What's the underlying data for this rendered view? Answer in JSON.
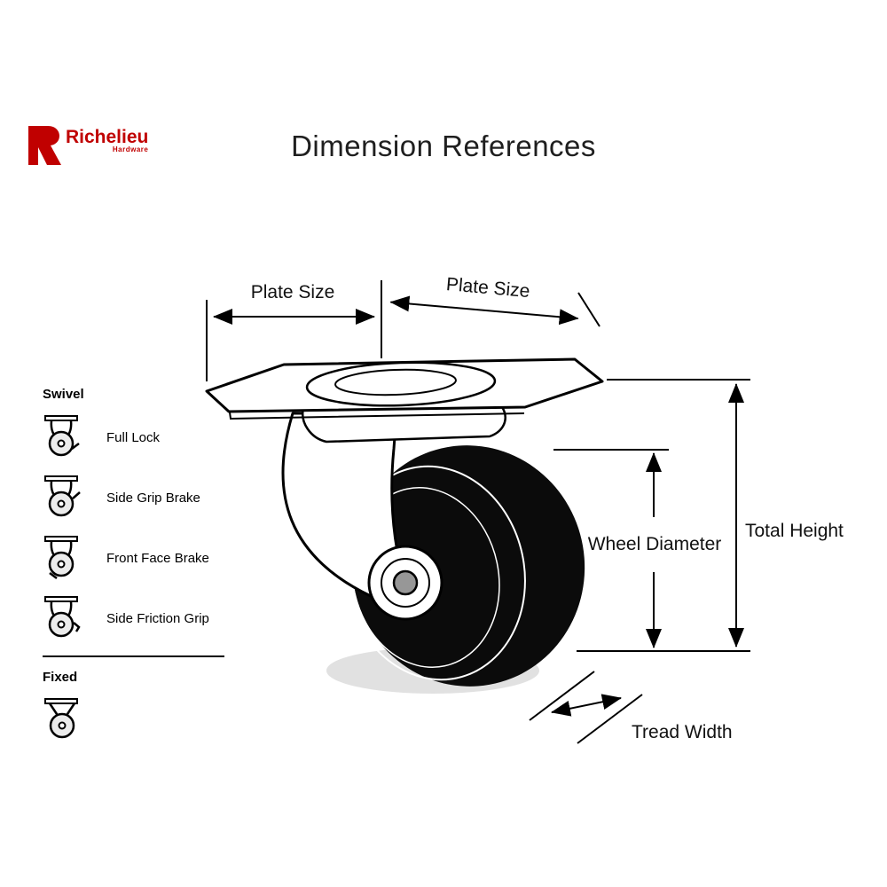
{
  "page": {
    "title": "Dimension References"
  },
  "logo": {
    "brand": "Richelieu",
    "sub": "Hardware",
    "color": "#c00000"
  },
  "legend": {
    "swivel": {
      "header": "Swivel",
      "items": [
        "Full Lock",
        "Side Grip Brake",
        "Front Face Brake",
        "Side Friction Grip"
      ]
    },
    "fixed": {
      "header": "Fixed"
    }
  },
  "labels": {
    "plate_size_left": "Plate Size",
    "plate_size_right": "Plate Size",
    "wheel_diameter": "Wheel Diameter",
    "total_height": "Total Height",
    "tread_width": "Tread Width"
  }
}
